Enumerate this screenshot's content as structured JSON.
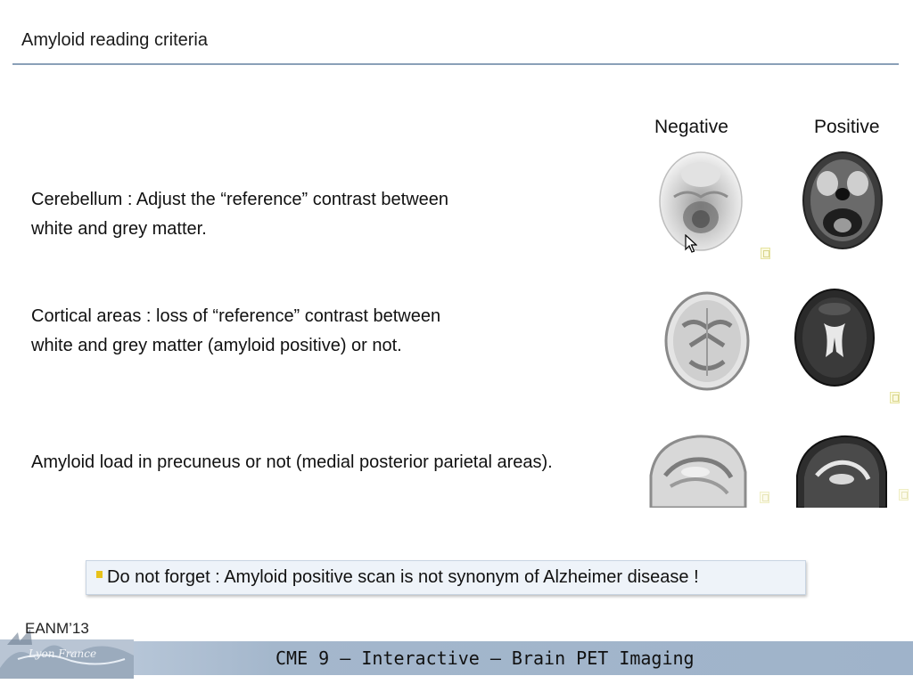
{
  "slide": {
    "title": "Amyloid reading criteria"
  },
  "columns": {
    "negative": "Negative",
    "positive": "Positive"
  },
  "criteria": [
    {
      "lines": [
        "Cerebellum : Adjust the “reference” contrast between",
        "white and grey matter."
      ]
    },
    {
      "lines": [
        "Cortical areas : loss of “reference” contrast  between",
        "white and grey matter (amyloid positive) or not."
      ]
    },
    {
      "lines": [
        "Amyloid load in precuneus or not (medial posterior parietal areas)."
      ]
    }
  ],
  "scans": {
    "negative": [
      "cerebellum-negative",
      "cortical-negative",
      "sagittal-negative"
    ],
    "positive": [
      "cerebellum-positive",
      "cortical-positive",
      "sagittal-positive"
    ]
  },
  "note": {
    "text": "Do not forget : Amyloid positive scan is not synonym of Alzheimer disease !",
    "bullet_color": "#e8c21a"
  },
  "footer": {
    "logo": "EANM’13",
    "subtitle": "CME 9 – Interactive – Brain PET Imaging"
  },
  "colors": {
    "title_rule": "#8aa0b8",
    "footer_band": "#a4b7cc",
    "note_background": "#eef3f9"
  }
}
